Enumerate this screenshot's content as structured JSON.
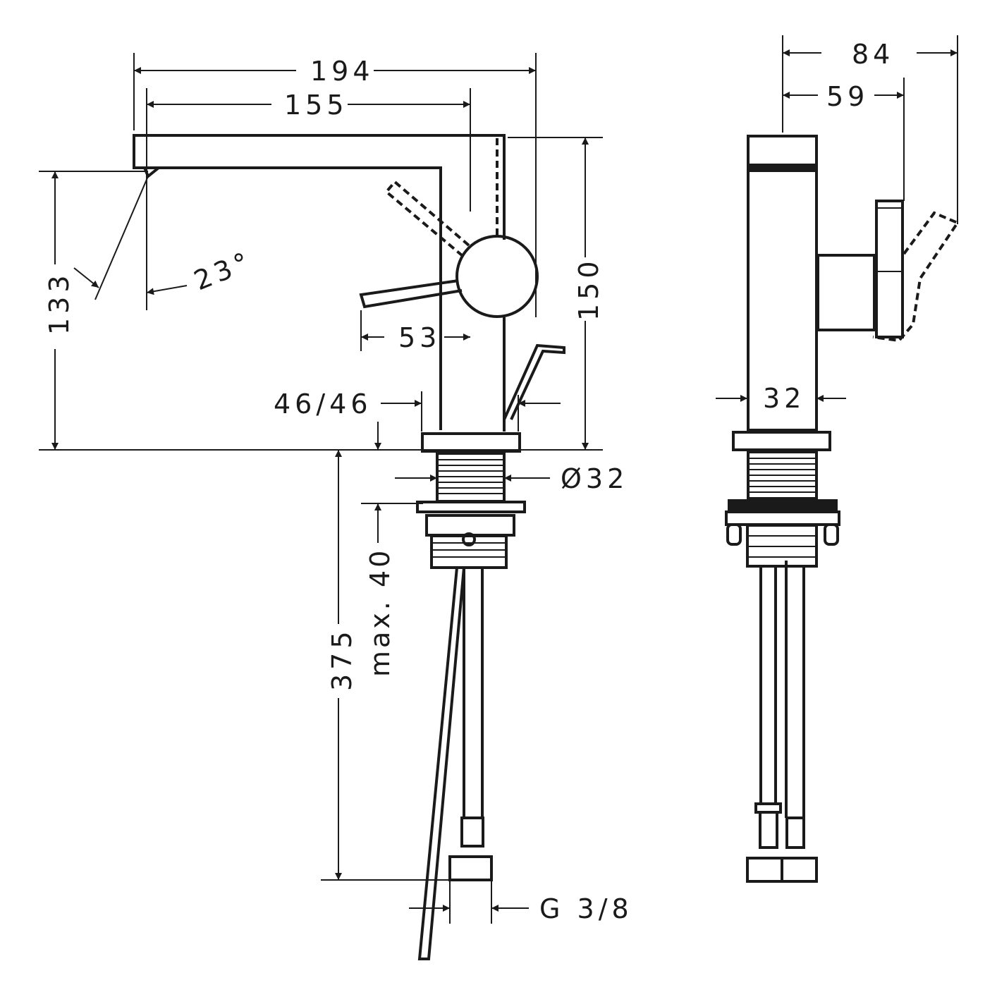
{
  "drawing": {
    "front_view": {
      "spout_reach_total": "194",
      "spout_reach_outlet": "155",
      "spout_height": "133",
      "spray_angle": "23°",
      "lever_length": "53",
      "overall_height": "150",
      "tap_hole_ref": "46/46",
      "thread_diameter": "Ø32",
      "max_deck_thickness": "max. 40",
      "hose_length": "375",
      "connection_thread": "G 3/8"
    },
    "side_view": {
      "depth_total": "84",
      "depth_handle": "59",
      "body_width": "32"
    }
  }
}
